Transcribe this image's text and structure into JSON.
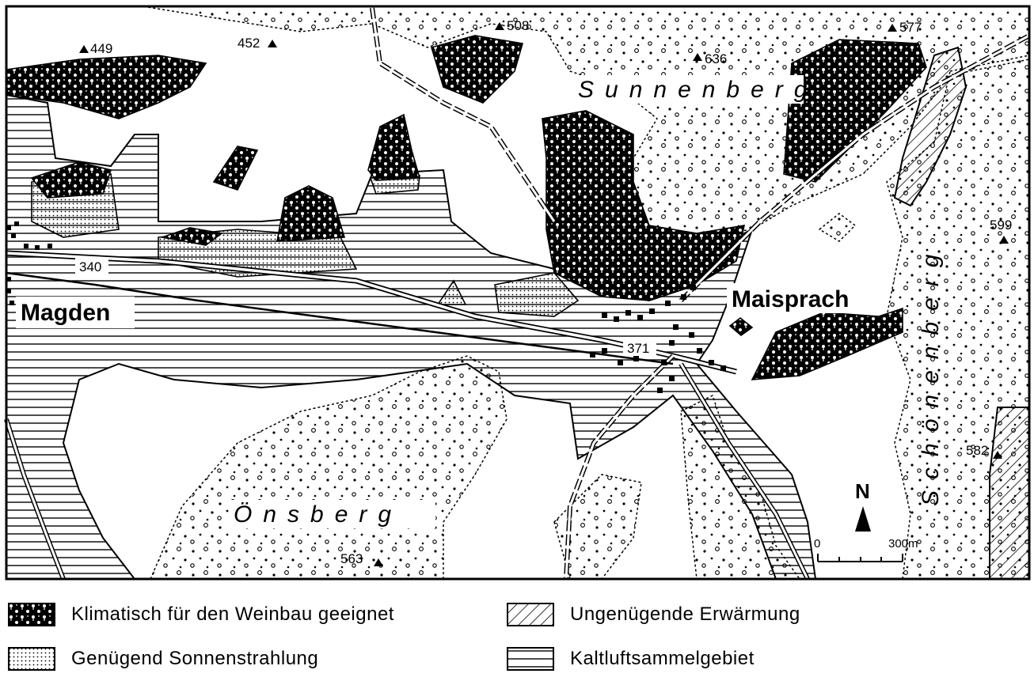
{
  "map": {
    "towns": {
      "magden": "Magden",
      "maisprach": "Maisprach"
    },
    "regions": {
      "sunnenberg": "Sunnenberg",
      "onsberg": "Önsberg",
      "schonenberg": "Schönenberg"
    },
    "elevations": {
      "e449": "449",
      "e452": "452",
      "e508": "508",
      "e636": "636",
      "e577": "577",
      "e599": "599",
      "e582": "582",
      "e563": "563",
      "e340": "340",
      "e371": "371"
    },
    "north_label": "N",
    "scale": {
      "start": "0",
      "end": "300m"
    }
  },
  "legend": [
    {
      "label": "Klimatisch für den Weinbau geeignet",
      "icon": "vineyard-pattern"
    },
    {
      "label": "Genügend Sonnenstrahlung",
      "icon": "dot-pattern"
    },
    {
      "label": "Ungenügende Erwärmung",
      "icon": "diagonal-hatch"
    },
    {
      "label": "Kaltluftsammelgebiet",
      "icon": "horizontal-lines"
    }
  ]
}
